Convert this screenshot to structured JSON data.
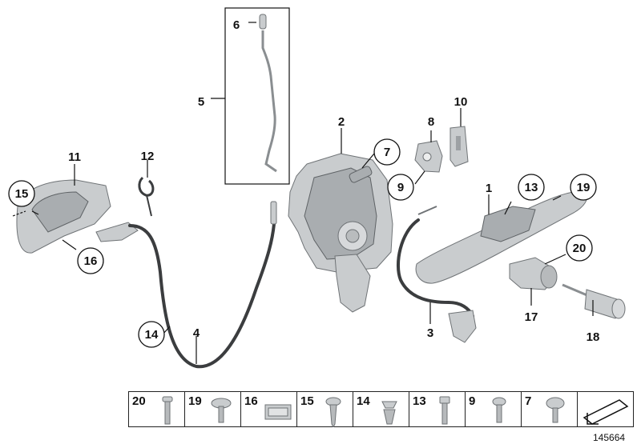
{
  "callouts": [
    {
      "id": "c1",
      "text": "1",
      "circled": false
    },
    {
      "id": "c2",
      "text": "2",
      "circled": false
    },
    {
      "id": "c3",
      "text": "3",
      "circled": false
    },
    {
      "id": "c4",
      "text": "4",
      "circled": false
    },
    {
      "id": "c5",
      "text": "5",
      "circled": false
    },
    {
      "id": "c6",
      "text": "6",
      "circled": false
    },
    {
      "id": "c7",
      "text": "7",
      "circled": true
    },
    {
      "id": "c8",
      "text": "8",
      "circled": false
    },
    {
      "id": "c9",
      "text": "9",
      "circled": true
    },
    {
      "id": "c10",
      "text": "10",
      "circled": false
    },
    {
      "id": "c11",
      "text": "11",
      "circled": false
    },
    {
      "id": "c12",
      "text": "12",
      "circled": false
    },
    {
      "id": "c13",
      "text": "13",
      "circled": true
    },
    {
      "id": "c14",
      "text": "14",
      "circled": true
    },
    {
      "id": "c15",
      "text": "15",
      "circled": true
    },
    {
      "id": "c16",
      "text": "16",
      "circled": true
    },
    {
      "id": "c17",
      "text": "17",
      "circled": false
    },
    {
      "id": "c18",
      "text": "18",
      "circled": false
    },
    {
      "id": "c19",
      "text": "19",
      "circled": true
    },
    {
      "id": "c20",
      "text": "20",
      "circled": true
    }
  ],
  "fastener_strip": [
    {
      "number": "20",
      "icon": "long-bolt-icon"
    },
    {
      "number": "19",
      "icon": "flat-head-screw-icon"
    },
    {
      "number": "16",
      "icon": "clip-nut-icon"
    },
    {
      "number": "15",
      "icon": "tapping-screw-icon"
    },
    {
      "number": "14",
      "icon": "expanding-rivet-icon"
    },
    {
      "number": "13",
      "icon": "hex-bolt-icon"
    },
    {
      "number": "9",
      "icon": "torx-screw-icon"
    },
    {
      "number": "7",
      "icon": "pan-head-screw-icon"
    },
    {
      "number": "",
      "icon": "shim-arrow-icon"
    }
  ],
  "reference_number": "145664"
}
